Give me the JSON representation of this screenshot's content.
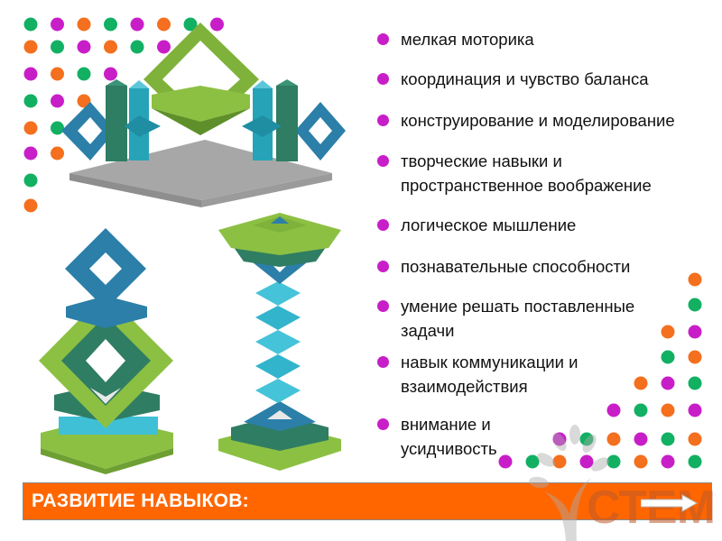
{
  "slide": {
    "title_bar": "РАЗВИТИЕ НАВЫКОВ:",
    "skills": [
      "мелкая моторика",
      "координация и чувство баланса",
      "конструирование и моделирование",
      "творческие навыки и\nпространственное воображение",
      "логическое мышление",
      "познавательные способности",
      "умение решать поставленные\nзадачи",
      "навык коммуникации и\nвзаимодействия",
      "внимание и\nусидчивость"
    ],
    "logo_text": "СТЕМ"
  },
  "colors": {
    "accent_bar": "#ff6600",
    "bullet": "#c81ec8",
    "dot_green": "#12b062",
    "dot_magenta": "#c81ec8",
    "dot_orange": "#f46f1e"
  },
  "icons": {
    "bullet": "circle-bullet",
    "arrow": "right-arrow-icon"
  }
}
